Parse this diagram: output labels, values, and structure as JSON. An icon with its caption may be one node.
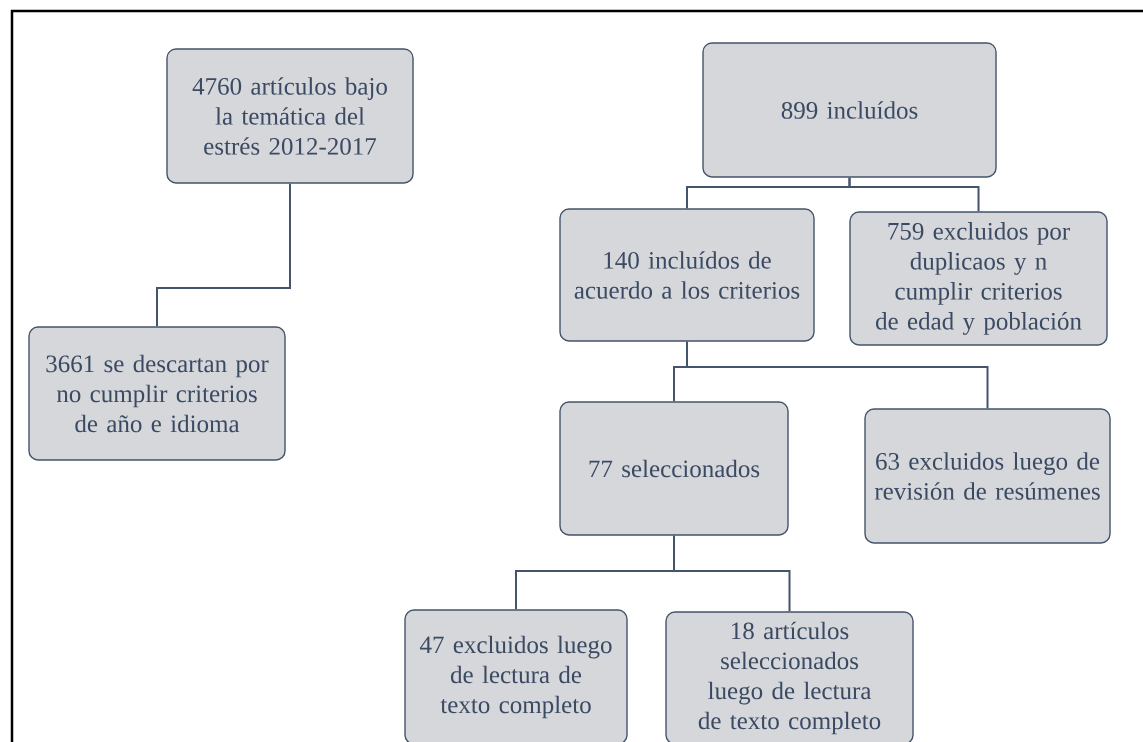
{
  "diagram": {
    "nodes": [
      {
        "text": [
          "4760 artículos bajo la temática del estrés 2012-2017"
        ]
      },
      {
        "text": [
          "3661 se descartan por no cumplir criterios de año e idioma"
        ]
      },
      {
        "text": [
          "899 incluídos"
        ]
      },
      {
        "text": [
          "140 incluídos de acuerdo a los criterios"
        ]
      },
      {
        "text": [
          "759 excluidos por duplicaos y n cumplir criterios de edad y población"
        ]
      },
      {
        "text": [
          "77 seleccionados"
        ]
      },
      {
        "text": [
          "63 excluidos luego de revisión de resúmenes"
        ]
      },
      {
        "text": [
          "47 excluidos luego de lectura de texto completo"
        ]
      },
      {
        "text": [
          "18 artículos seleccionados luego de lectura de texto completo"
        ]
      }
    ],
    "edges": [
      {
        "from": 0,
        "to": 1,
        "arrow": "none"
      },
      {
        "from": 2,
        "to": 3,
        "arrow": "none"
      },
      {
        "from": 2,
        "to": 4,
        "arrow": "none"
      },
      {
        "from": 3,
        "to": 5,
        "arrow": "none"
      },
      {
        "from": 3,
        "to": 6,
        "arrow": "none"
      },
      {
        "from": 5,
        "to": 7,
        "arrow": "none"
      },
      {
        "from": 5,
        "to": 8,
        "arrow": "none"
      }
    ]
  }
}
